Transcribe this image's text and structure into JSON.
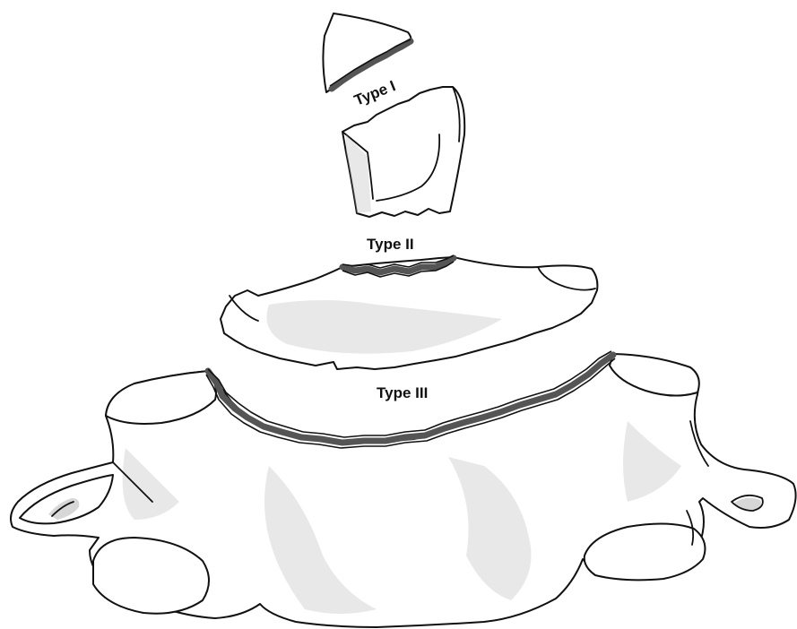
{
  "labels": {
    "type1": "Type I",
    "type2": "Type II",
    "type3": "Type III"
  },
  "colors": {
    "outline": "#111111",
    "fracture_line": "#555555",
    "background": "#ffffff"
  }
}
